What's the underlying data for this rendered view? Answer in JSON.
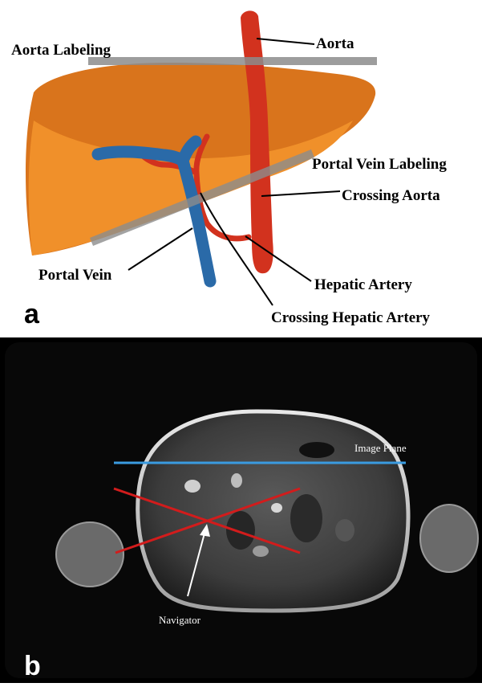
{
  "panel_a": {
    "letter": "a",
    "labels": {
      "aorta_labeling": "Aorta Labeling",
      "aorta": "Aorta",
      "portal_vein_labeling": "Portal Vein Labeling",
      "crossing_aorta": "Crossing Aorta",
      "portal_vein": "Portal Vein",
      "hepatic_artery": "Hepatic Artery",
      "crossing_hepatic_artery": "Crossing Hepatic Artery"
    },
    "colors": {
      "liver": "#f0902a",
      "liver_dark": "#d9741c",
      "artery": "#d2321e",
      "vein": "#2a6aa8",
      "label_plane": "#8c8c8c"
    }
  },
  "panel_b": {
    "letter": "b",
    "labels": {
      "image_plane": "Image Plane",
      "navigator": "Navigator"
    },
    "colors": {
      "image_plane": "#3a9be0",
      "navigator": "#d21c1c",
      "arrow": "#ffffff"
    }
  }
}
